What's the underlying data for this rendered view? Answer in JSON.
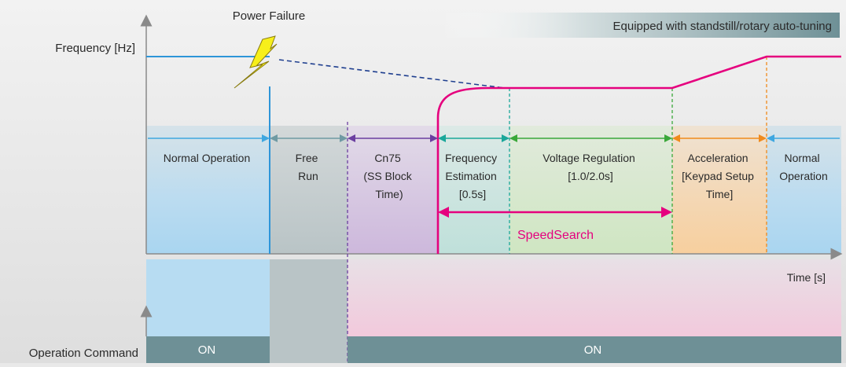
{
  "title_note": "Equipped with standstill/rotary auto-tuning",
  "y_axis_label": "Frequency [Hz]",
  "x_axis_label": "Time [s]",
  "power_failure_label": "Power Failure",
  "speed_search_label": "SpeedSearch",
  "phases": [
    {
      "id": "normal-operation",
      "lines": [
        "Normal Operation"
      ],
      "color": "#3fa7e0"
    },
    {
      "id": "free-run",
      "lines": [
        "Free",
        "Run"
      ],
      "color": "#6f9aa3"
    },
    {
      "id": "cn75",
      "lines": [
        "Cn75",
        "(SS Block",
        "Time)"
      ],
      "color": "#6b3fa0"
    },
    {
      "id": "frequency-estimation",
      "lines": [
        "Frequency",
        "Estimation",
        "[0.5s]"
      ],
      "color": "#1aa79a"
    },
    {
      "id": "voltage-regulation",
      "lines": [
        "Voltage Regulation",
        "[1.0/2.0s]"
      ],
      "color": "#3aa83a"
    },
    {
      "id": "acceleration",
      "lines": [
        "Acceleration",
        "[Keypad Setup",
        "Time]"
      ],
      "color": "#f08a1c"
    },
    {
      "id": "normal-operation-2",
      "lines": [
        "Normal",
        "Operation"
      ],
      "color": "#3fa7e0"
    }
  ],
  "operation_command": {
    "label": "Operation Command",
    "on_label_1": "ON",
    "on_label_2": "ON"
  },
  "colors": {
    "frequency_curve": "#e5007e",
    "normal_line": "#2e95d8",
    "command_bar": "#6e9096",
    "title_bar_start": "#6e9096"
  }
}
